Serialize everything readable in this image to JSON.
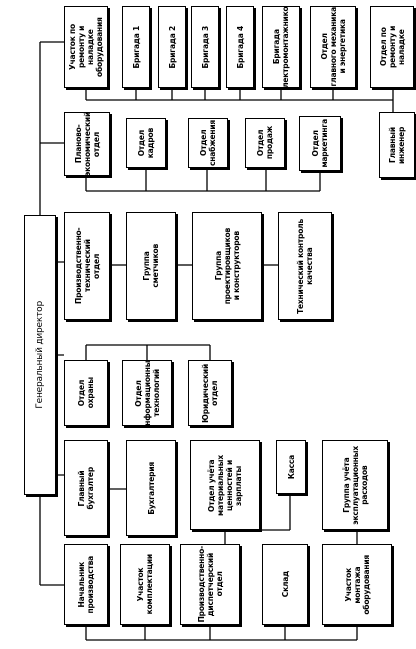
{
  "root": {
    "label": "Генеральный директор"
  },
  "top_row": {
    "head": "Главный инженер",
    "items": [
      "Участок по ремонту и наладке\nоборудования",
      "Бригада 1",
      "Бригада 2",
      "Бригада 3",
      "Бригада 4",
      "Бригада\nэлектромонтажников",
      "Отдел\nглавного механика\nи энергетика",
      "Отдел по\nремонту и наладке"
    ]
  },
  "row2": {
    "items": [
      "Планово-экономический\nотдел",
      "Отдел\nкадров",
      "Отдел\nснабжения",
      "Отдел\nпродаж",
      "Отдел\nмаркетинга"
    ]
  },
  "row3": {
    "items": [
      "Производственно-технический\nотдел",
      "Группа\nсметчиков",
      "Группа\nпроектировщиков\nи конструкторов",
      "Технический контроль\nкачества"
    ]
  },
  "row4": {
    "items": [
      "Отдел\nохраны",
      "Отдел\nинформационных\nтехнологий",
      "Юридический\nотдел"
    ]
  },
  "row5": {
    "items": [
      "Главный\nбухгалтер",
      "Бухгалтерия",
      "Отдел учёта\nматериальных\nценностей и\nзарплаты",
      "Касса",
      "Группа учёта\nэксплуатационных\nрасходов"
    ]
  },
  "bottom_row": {
    "items": [
      "Начальник\nпроизводства",
      "Участок\nкомплектации",
      "Производственно-\nдиспетчерский\nотдел",
      "Склад",
      "Участок\nмонтажа\nоборудования"
    ]
  }
}
